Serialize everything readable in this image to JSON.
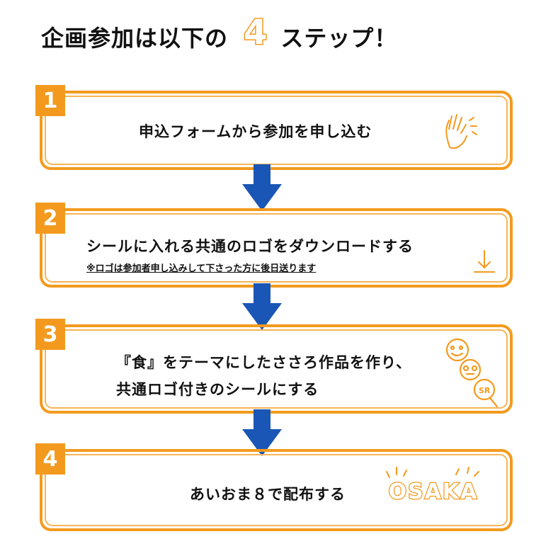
{
  "heading": {
    "prefix": "企画参加は以下の",
    "number": "4",
    "suffix": "ステップ！"
  },
  "steps": [
    {
      "number": "1",
      "text": "申込フォームから参加を申し込む"
    },
    {
      "number": "2",
      "text": "シールに入れる共通のロゴをダウンロードする",
      "note": "※ロゴは参加者申し込みして下さった方に後日送ります"
    },
    {
      "number": "3",
      "line1": "『食』をテーマにしたささろ作品を作り、",
      "line2": "共通ロゴ付きのシールにする"
    },
    {
      "number": "4",
      "text": "あいおま８で配布する"
    }
  ],
  "illustrations": {
    "step4_logo_text": "OSAKA",
    "step3_badge_text": "SR"
  },
  "colors": {
    "accent": "#f39a1e",
    "accent_light": "#f7b456",
    "arrow": "#1a56b5"
  },
  "icons": {
    "step1": "hand-icon",
    "step2": "download-icon",
    "step3": "dango-faces-icon",
    "step4": "osaka-logo"
  }
}
